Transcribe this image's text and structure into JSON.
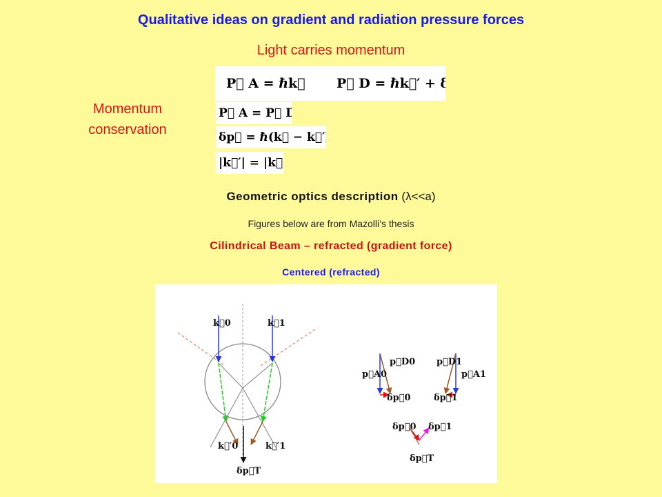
{
  "slide": {
    "title": "Qualitative ideas on gradient and radiation pressure forces",
    "subtitle": "Light carries momentum",
    "momentum_label": "Momentum conservation",
    "equations": {
      "eq_top_left": "P⃗ A = ℏk⃗",
      "eq_top_right": "P⃗ D = ℏk⃗′ + δp⃗",
      "eq_2": "P⃗ A = P⃗ D",
      "eq_3": "δp⃗ = ℏ(k⃗ − k⃗′)",
      "eq_4": "|k⃗′| = |k⃗|"
    },
    "geometric_heading": "Geometric optics description",
    "geometric_condition": "(λ<<a)",
    "figures_note": "Figures below are from Mazolli’s thesis",
    "cilindrical_heading": "Cilindrical Beam – refracted (gradient force)",
    "centered_heading": "Centered (refracted)"
  },
  "figure_labels": {
    "k0": "k⃗0",
    "k1": "k⃗1",
    "k0_prime": "k⃗′0",
    "k1_prime": "k⃗′1",
    "dpT_left": "δp⃗T",
    "p0A": "p⃗A0",
    "p0D": "p⃗D0",
    "dp0_a": "δp⃗0",
    "p1D": "p⃗D1",
    "p1A": "p⃗A1",
    "dp1_a": "δp⃗1",
    "dp0_b": "δp⃗0",
    "dp1_b": "δp⃗1",
    "dpT_right": "δp⃗T"
  }
}
